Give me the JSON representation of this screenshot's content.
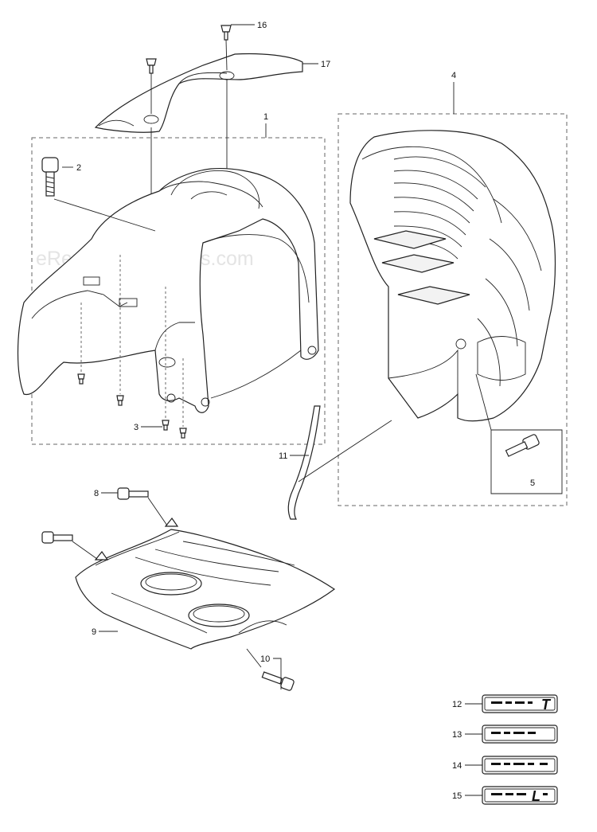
{
  "watermark": "eReplacementParts.com",
  "callouts": {
    "c1": "1",
    "c2": "2",
    "c3": "3",
    "c4": "4",
    "c5": "5",
    "c8": "8",
    "c9": "9",
    "c10": "10",
    "c11": "11",
    "c12": "12",
    "c13": "13",
    "c14": "14",
    "c15": "15",
    "c16": "16",
    "c17": "17"
  },
  "decals": {
    "d12": "T",
    "d13": "",
    "d14": "",
    "d15": "L"
  },
  "colors": {
    "line": "#222222",
    "dash": "#666666",
    "watermark": "#e4e4e4"
  }
}
